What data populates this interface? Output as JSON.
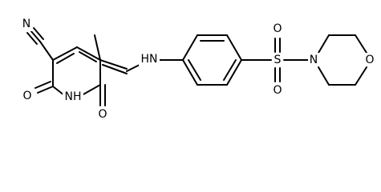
{
  "molecule": {
    "atoms": {
      "nitrile_n": "N",
      "carbonyl_o_left": "O",
      "carbonyl_o_bottom": "O",
      "imide_nh": "NH",
      "amine_nh": "HN",
      "sulfur": "S",
      "sulfonyl_o_top": "O",
      "sulfonyl_o_bottom": "O",
      "morpholine_n": "N",
      "morpholine_o": "O"
    }
  },
  "colors": {
    "bond": "#000000",
    "text": "#000000",
    "background": "#ffffff"
  }
}
